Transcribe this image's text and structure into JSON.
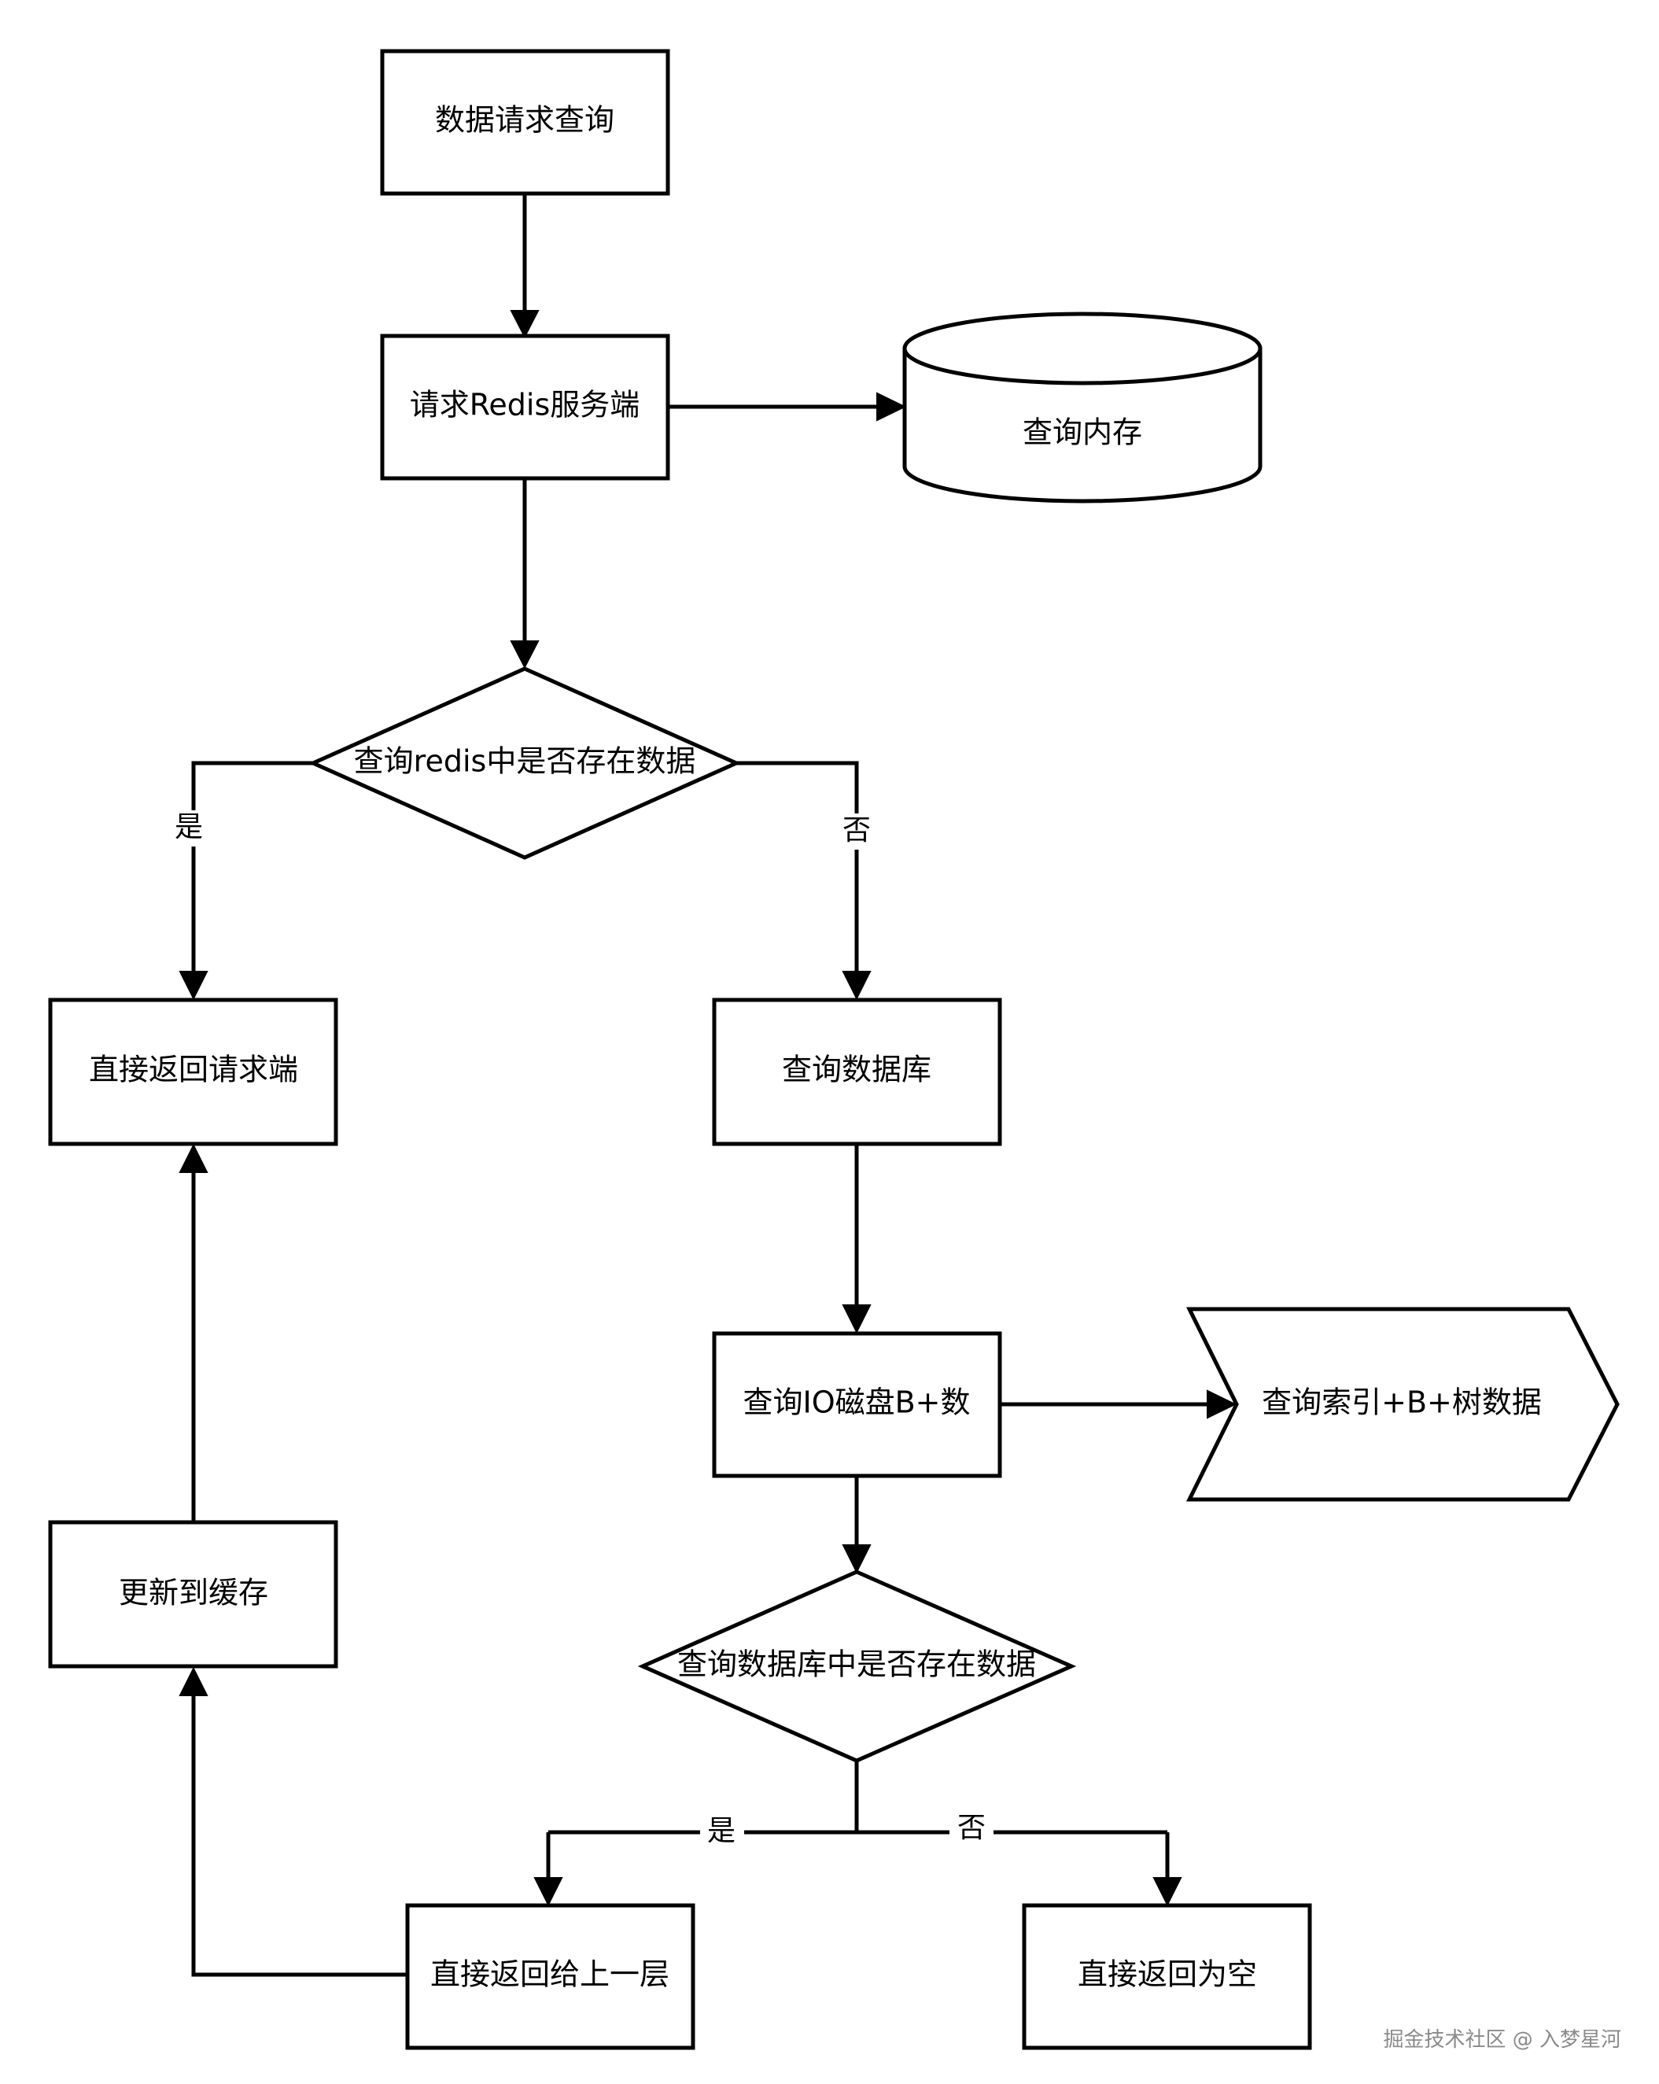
{
  "nodes": {
    "start": "数据请求查询",
    "redis_server": "请求Redis服务端",
    "memory": "查询内存",
    "redis_decision": "查询redis中是否存在数据",
    "return_client": "直接返回请求端",
    "query_db": "查询数据库",
    "io_disk": "查询IO磁盘B+数",
    "index_tree": "查询索引+B+树数据",
    "db_decision": "查询数据库中是否存在数据",
    "update_cache": "更新到缓存",
    "return_upper": "直接返回给上一层",
    "return_empty": "直接返回为空"
  },
  "edge_labels": {
    "redis_yes": "是",
    "redis_no": "否",
    "db_yes": "是",
    "db_no": "否"
  },
  "watermark": "掘金技术社区 @ 入梦星河"
}
